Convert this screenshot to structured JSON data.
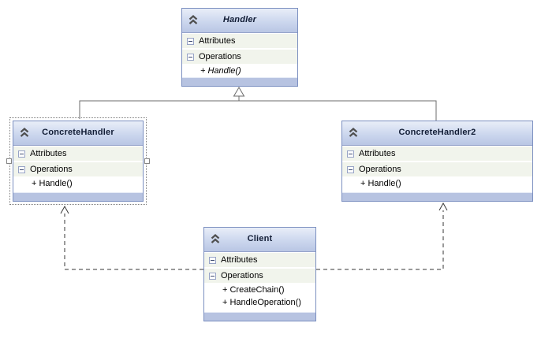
{
  "colors": {
    "box_border": "#7b8fc0",
    "header_top": "#e9eef8",
    "header_mid": "#ccd7ee",
    "header_bottom": "#b9c6e4",
    "header_edge": "#94a2c9",
    "compartment_bg": "#f1f4ec",
    "member_bg": "#ffffff",
    "footer_bar": "#b7c3e1",
    "title_text": "#111c35",
    "body_text": "#000000",
    "connector": "#6b6b6b",
    "dependency": "#363636",
    "selection": "#7d7d7d",
    "canvas_bg": "#ffffff"
  },
  "icons": {
    "collapse_chevron": "chevron-double-up",
    "expander": "minus-box"
  },
  "classes": {
    "handler": {
      "title": "Handler",
      "attributes_label": "Attributes",
      "operations_label": "Operations",
      "members": [
        "+ Handle()"
      ]
    },
    "concrete_handler": {
      "title": "ConcreteHandler",
      "attributes_label": "Attributes",
      "operations_label": "Operations",
      "members": [
        "+ Handle()"
      ]
    },
    "concrete_handler2": {
      "title": "ConcreteHandler2",
      "attributes_label": "Attributes",
      "operations_label": "Operations",
      "members": [
        "+ Handle()"
      ]
    },
    "client": {
      "title": "Client",
      "attributes_label": "Attributes",
      "operations_label": "Operations",
      "members": [
        "+ CreateChain()",
        "+ HandleOperation()"
      ]
    }
  }
}
